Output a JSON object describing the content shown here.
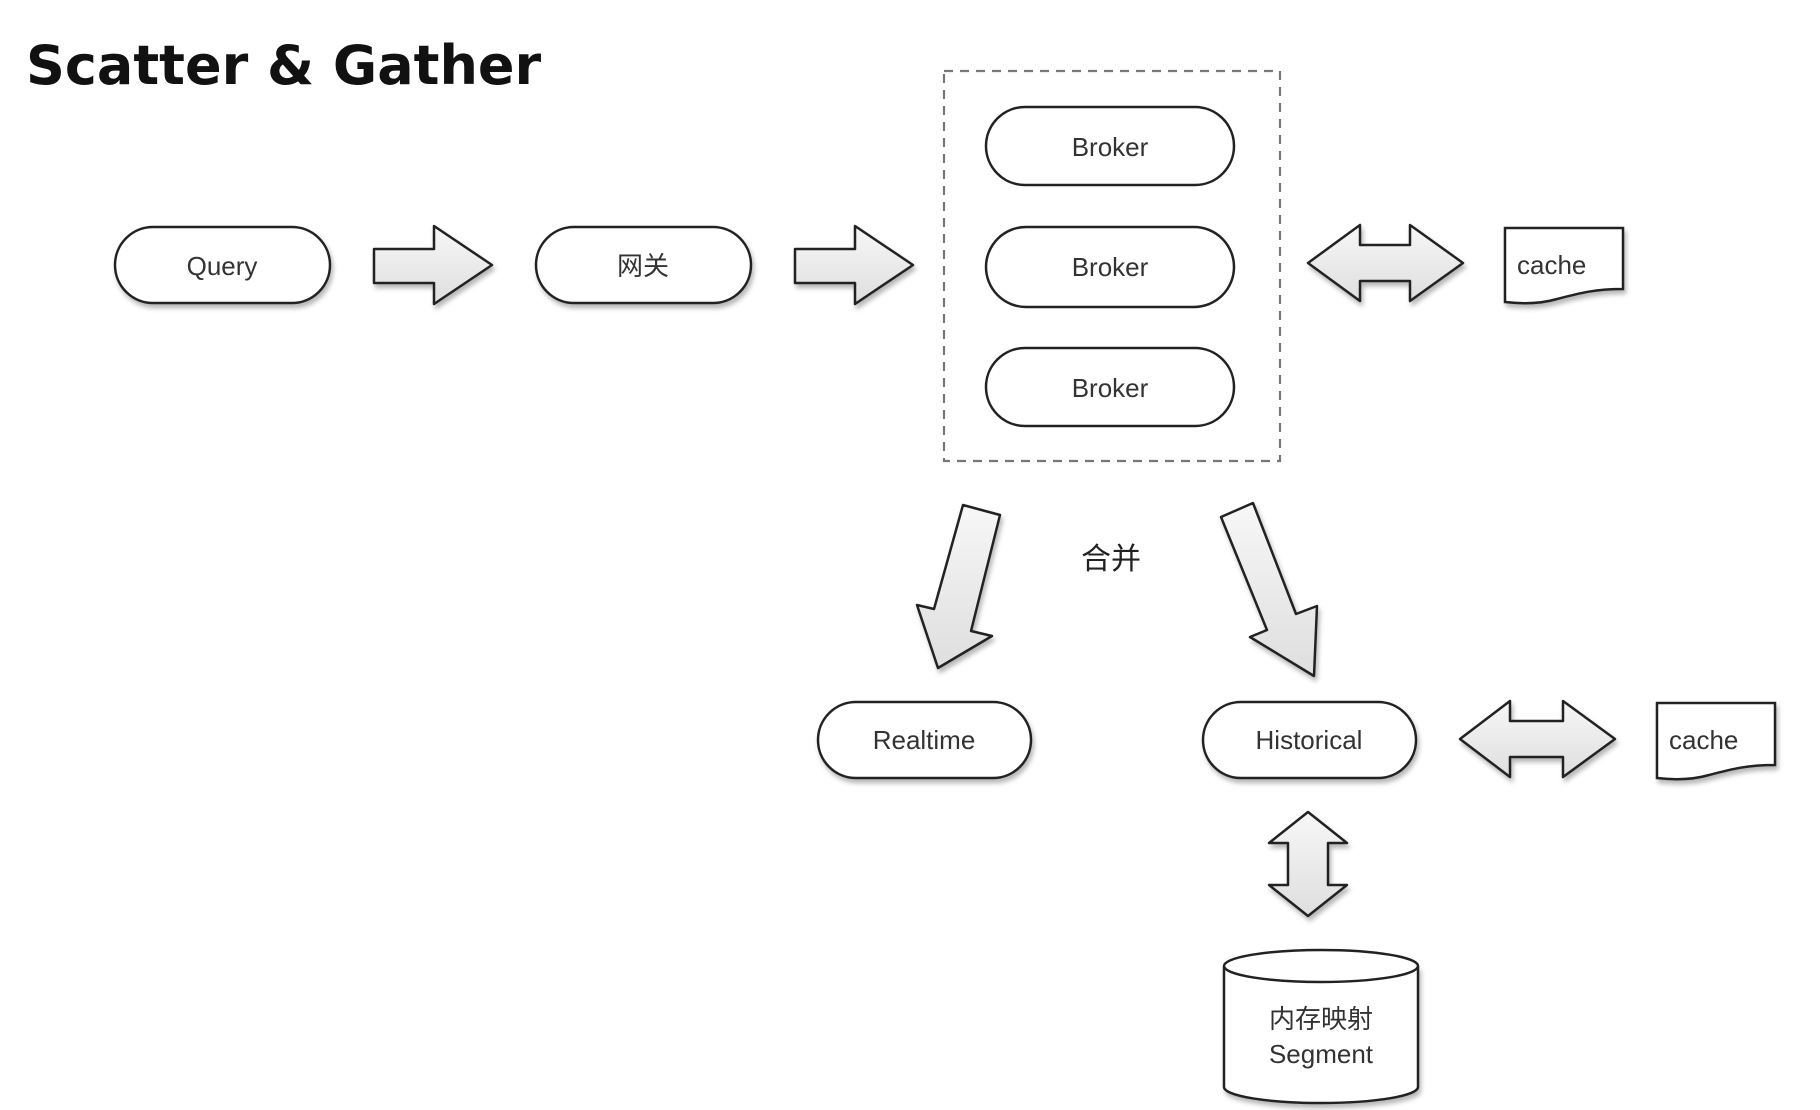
{
  "title": "Scatter & Gather",
  "nodes": {
    "query": "Query",
    "gateway": "网关",
    "broker_1": "Broker",
    "broker_2": "Broker",
    "broker_3": "Broker",
    "broker_cache": "cache",
    "merge_label": "合并",
    "realtime": "Realtime",
    "historical": "Historical",
    "historical_cache": "cache",
    "segment_line1": "内存映射",
    "segment_line2": "Segment"
  },
  "colors": {
    "stroke": "#222222",
    "arrow_fill": "#eeeeee",
    "node_fill": "#ffffff",
    "dashed_border": "#777777"
  }
}
